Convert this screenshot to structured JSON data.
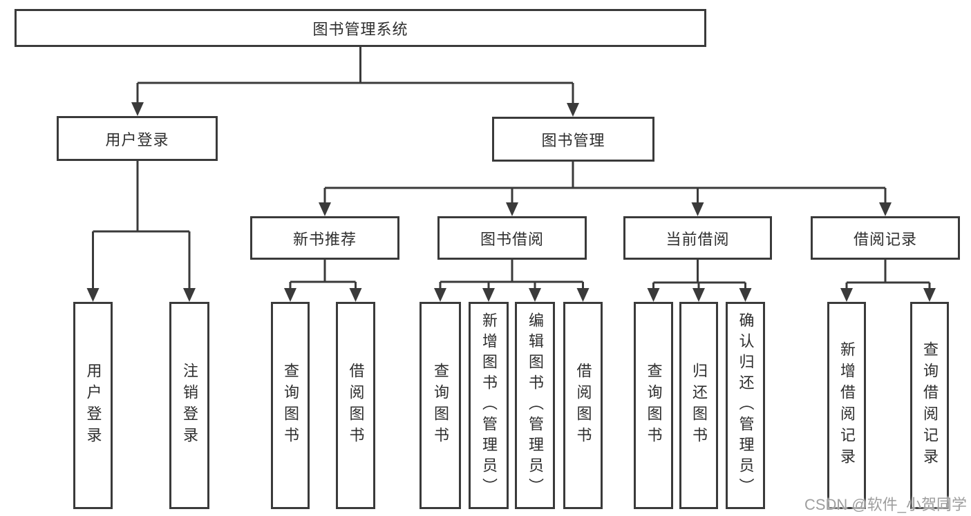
{
  "tree": {
    "label": "图书管理系统",
    "children": [
      {
        "label": "用户登录",
        "children": [
          {
            "label": "用户登录"
          },
          {
            "label": "注销登录"
          }
        ]
      },
      {
        "label": "图书管理",
        "children": [
          {
            "label": "新书推荐",
            "children": [
              {
                "label": "查询图书"
              },
              {
                "label": "借阅图书"
              }
            ]
          },
          {
            "label": "图书借阅",
            "children": [
              {
                "label": "查询图书"
              },
              {
                "label": "新增图书（管理员）"
              },
              {
                "label": "编辑图书（管理员）"
              },
              {
                "label": "借阅图书"
              }
            ]
          },
          {
            "label": "当前借阅",
            "children": [
              {
                "label": "查询图书"
              },
              {
                "label": "归还图书"
              },
              {
                "label": "确认归还（管理员）"
              }
            ]
          },
          {
            "label": "借阅记录",
            "children": [
              {
                "label": "新增借阅记录"
              },
              {
                "label": "查询借阅记录"
              }
            ]
          }
        ]
      }
    ]
  },
  "watermark": {
    "text": "CSDN @软件_小贺同学"
  },
  "colors": {
    "line": "#3a3a3a",
    "text": "#2e2e2e",
    "background": "#ffffff",
    "watermark": "#9e9e9e"
  }
}
